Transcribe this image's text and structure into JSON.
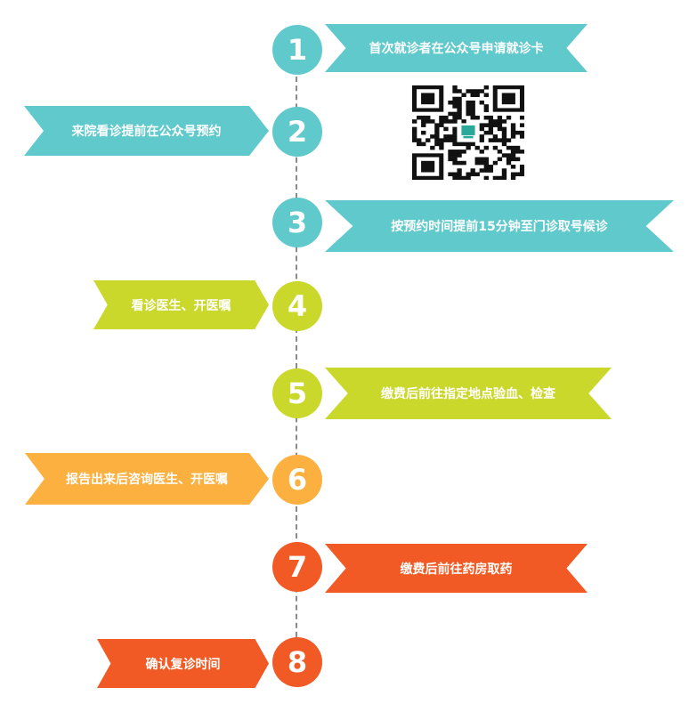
{
  "steps": [
    {
      "number": "1",
      "text": "首次就诊者在公众号申请就诊卡",
      "side": "right",
      "color": "#5fc9cc"
    },
    {
      "number": "2",
      "text": "来院看诊提前在公众号预约",
      "side": "left",
      "color": "#5fc9cc"
    },
    {
      "number": "3",
      "text": "按预约时间提前15分钟至门诊取号候诊",
      "side": "right",
      "color": "#5fc9cc"
    },
    {
      "number": "4",
      "text": "看诊医生、开医嘱",
      "side": "left",
      "color": "#c9d82a"
    },
    {
      "number": "5",
      "text": "缴费后前往指定地点验血、检查",
      "side": "right",
      "color": "#c9d82a"
    },
    {
      "number": "6",
      "text": "报告出来后咨询医生、开医嘱",
      "side": "left",
      "color": "#fbb040"
    },
    {
      "number": "7",
      "text": "缴费后前往药房取药",
      "side": "right",
      "color": "#f15a24"
    },
    {
      "number": "8",
      "text": "确认复诊时间",
      "side": "left",
      "color": "#f15a24"
    }
  ],
  "qr_code": {
    "icon": "qr-code-icon"
  }
}
